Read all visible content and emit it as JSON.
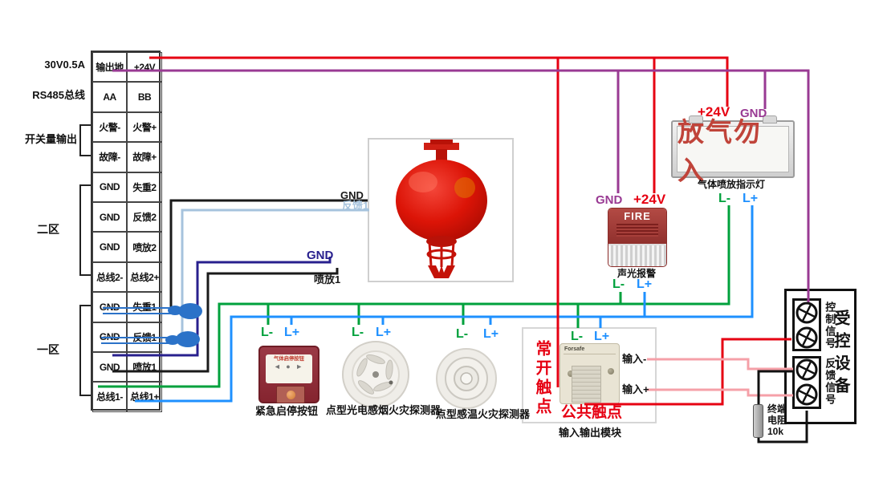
{
  "panel": {
    "side": {
      "power": "30V0.5A",
      "rs485": "RS485总线",
      "switch_out": "开关量输出",
      "zone2": "二区",
      "zone1": "一区"
    },
    "rows": [
      {
        "left": "输出地",
        "right": "+24V"
      },
      {
        "left": "AA",
        "right": "BB"
      },
      {
        "left": "火警-",
        "right": "火警+"
      },
      {
        "left": "故障-",
        "right": "故障+"
      },
      {
        "left": "GND",
        "right": "失重2"
      },
      {
        "left": "GND",
        "right": "反馈2"
      },
      {
        "left": "GND",
        "right": "喷放2"
      },
      {
        "left": "总线2-",
        "right": "总线2+"
      },
      {
        "left": "GND",
        "right": "失重1"
      },
      {
        "left": "GND",
        "right": "反馈1"
      },
      {
        "left": "GND",
        "right": "喷放1"
      },
      {
        "left": "总线1-",
        "right": "总线1+"
      }
    ]
  },
  "terms": {
    "gnd": "GND",
    "p24": "+24V",
    "lminus": "L-",
    "lplus": "L+",
    "feedback1": "反馈1",
    "spray1": "喷放1",
    "input_minus": "输入-",
    "input_plus": "输入+"
  },
  "devices": {
    "sign": {
      "text": "放气勿入",
      "label": "气体喷放指示灯"
    },
    "sounder": {
      "display": "FIRE",
      "label": "声光报警"
    },
    "button": {
      "panel_text": "气体启停按钮",
      "arrows": "◄ ● ►",
      "label": "紧急启停按钮"
    },
    "smoke": {
      "label": "点型光电感烟火灾探测器"
    },
    "heat": {
      "label": "点型感温火灾探测器"
    },
    "module": {
      "brand": "Forsafe",
      "no_contact": "常开触点",
      "common_contact": "公共触点",
      "label": "输入输出模块"
    },
    "controlled": {
      "name": "受控设备",
      "ctrl": "控制信号",
      "fb": "反馈信号",
      "res1": "终端",
      "res2": "电阻",
      "res3": "10k"
    }
  },
  "colors": {
    "wire_red": "#e60012",
    "wire_purple": "#993a93",
    "wire_green": "#00a13c",
    "wire_blue": "#1e90ff",
    "wire_navy": "#28208e",
    "wire_lightblue": "#a6c3dd",
    "wire_pink": "#f5a0a8",
    "wire_black": "#1a1a1a",
    "connector_blue": "#2b72c8",
    "sign_red": "#c0443a"
  }
}
